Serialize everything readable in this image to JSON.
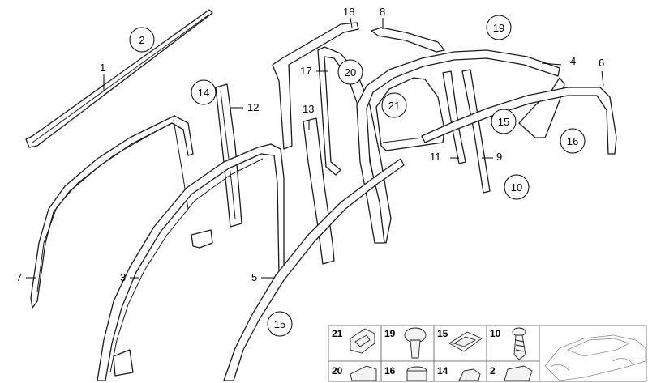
{
  "callouts": {
    "c1": "1",
    "c2": "2",
    "c3": "3",
    "c4": "4",
    "c5": "5",
    "c6": "6",
    "c7": "7",
    "c8": "8",
    "c9": "9",
    "c10": "10",
    "c11": "11",
    "c12": "12",
    "c13": "13",
    "c14": "14",
    "c15a": "15",
    "c15b": "15",
    "c16": "16",
    "c17": "17",
    "c18": "18",
    "c19": "19",
    "c20": "20",
    "c21": "21"
  },
  "small_parts_grid": {
    "row1": [
      "21",
      "19",
      "15",
      "10"
    ],
    "row2": [
      "20",
      "16",
      "14",
      "2"
    ]
  },
  "colors": {
    "line": "#1a1a1a",
    "background": "#ffffff",
    "grid": "#555555"
  }
}
